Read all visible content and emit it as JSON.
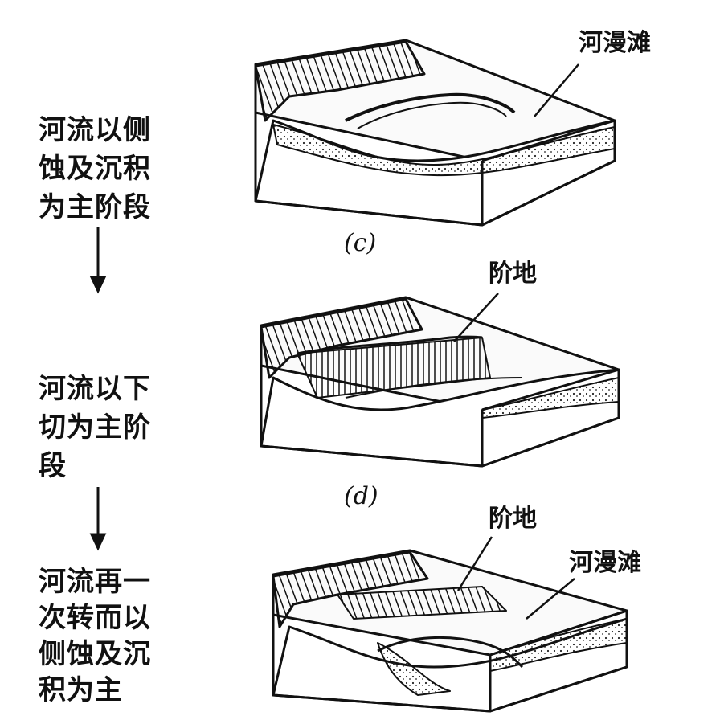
{
  "stages": [
    {
      "lines": [
        "河流以侧",
        "蚀及沉积",
        "为主阶段"
      ]
    },
    {
      "lines": [
        "河流以下",
        "切为主阶",
        "段"
      ]
    },
    {
      "lines": [
        "河流再一",
        "次转而以",
        "侧蚀及沉",
        "积为主"
      ]
    }
  ],
  "panels": [
    {
      "labels": [
        "河漫滩"
      ],
      "caption": "(c)"
    },
    {
      "labels": [
        "阶地"
      ],
      "caption": "(d)"
    },
    {
      "labels": [
        "阶地",
        "河漫滩"
      ],
      "caption": ""
    }
  ]
}
